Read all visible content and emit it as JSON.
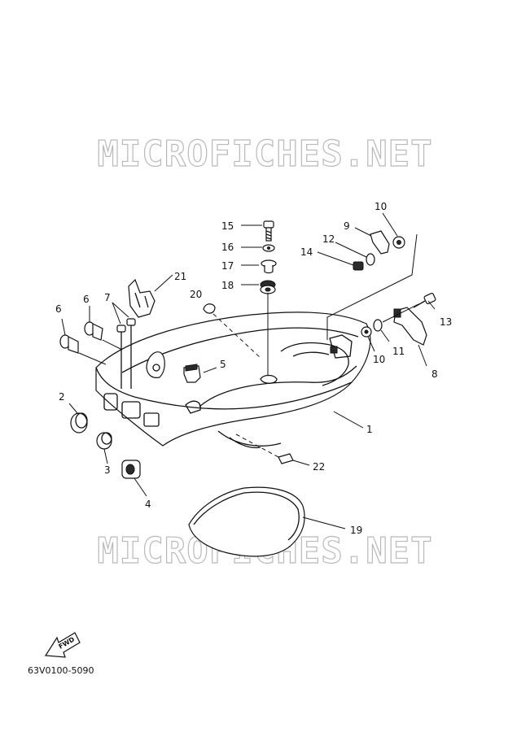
{
  "watermark": {
    "top": "MICROFICHES.NET",
    "bottom": "MICROFICHES.NET"
  },
  "fwd_label": "FWD",
  "part_number": "63V0100-5090",
  "callouts": [
    "15",
    "16",
    "17",
    "18",
    "10",
    "9",
    "12",
    "14",
    "21",
    "20",
    "7",
    "6",
    "6",
    "5",
    "13",
    "10",
    "11",
    "8",
    "2",
    "1",
    "3",
    "22",
    "4",
    "19"
  ]
}
